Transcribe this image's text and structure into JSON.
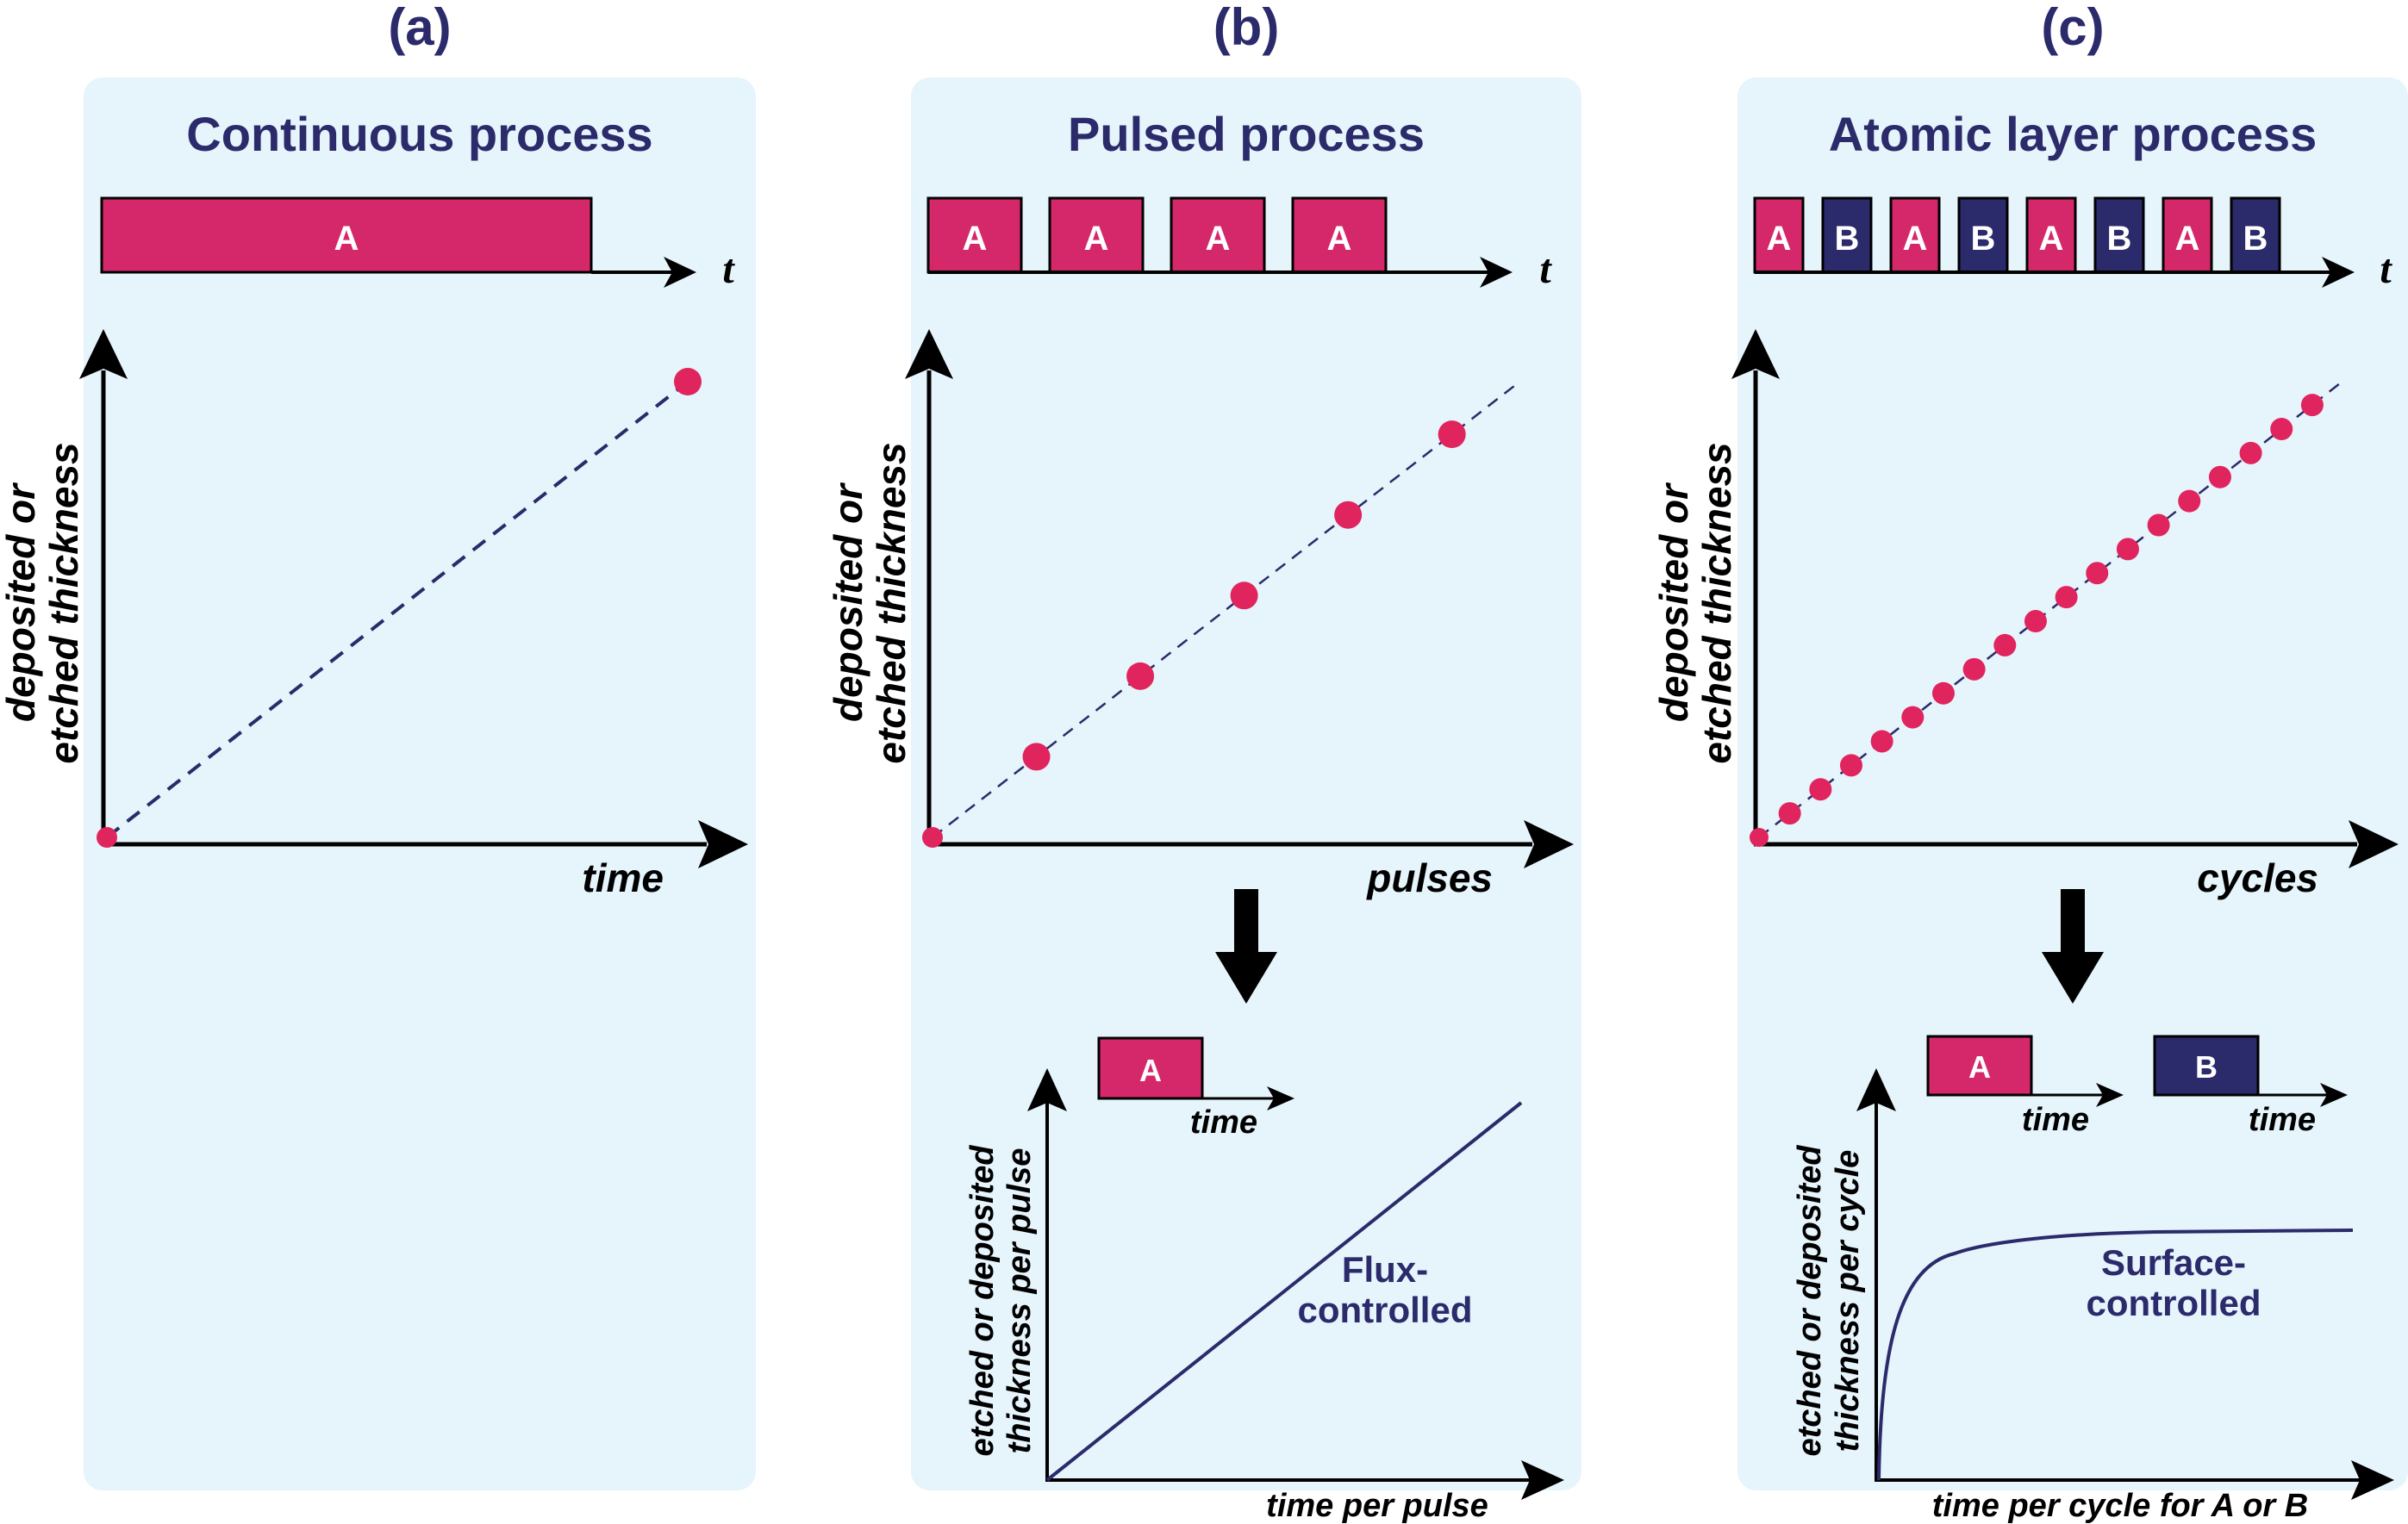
{
  "colors": {
    "panel_bg": "#e6f4fb",
    "pulse_a": "#d4286a",
    "pulse_b": "#2b2a6b",
    "point": "#e0245e",
    "line": "#2b2a6b",
    "heading": "#2b2a6b"
  },
  "panels": [
    {
      "label": "(a)",
      "title": "Continuous process",
      "pulse_axis_label": "t",
      "pulse_sequence": [
        "A"
      ],
      "y_label_line1": "deposited or",
      "y_label_line2": "etched thickness",
      "x_label": "time"
    },
    {
      "label": "(b)",
      "title": "Pulsed process",
      "pulse_axis_label": "t",
      "pulse_sequence": [
        "A",
        "A",
        "A",
        "A"
      ],
      "y_label_line1": "deposited or",
      "y_label_line2": "etched thickness",
      "x_label": "pulses",
      "sub_pulse": "A",
      "sub_pulse_axis": "time",
      "sub_y_label_line1": "etched or deposited",
      "sub_y_label_line2": "thickness per pulse",
      "sub_x_label": "time per pulse",
      "sub_annotation_line1": "Flux-",
      "sub_annotation_line2": "controlled"
    },
    {
      "label": "(c)",
      "title": "Atomic layer process",
      "pulse_axis_label": "t",
      "pulse_sequence": [
        "A",
        "B",
        "A",
        "B",
        "A",
        "B",
        "A",
        "B"
      ],
      "y_label_line1": "deposited or",
      "y_label_line2": "etched thickness",
      "x_label": "cycles",
      "sub_pulse_a": "A",
      "sub_pulse_b": "B",
      "sub_pulse_axis_a": "time",
      "sub_pulse_axis_b": "time",
      "sub_y_label_line1": "etched or deposited",
      "sub_y_label_line2": "thickness per cycle",
      "sub_x_label": "time per cycle for A or B",
      "sub_annotation_line1": "Surface-",
      "sub_annotation_line2": "controlled"
    }
  ],
  "chart_data": [
    {
      "type": "line",
      "panel": "a",
      "description_points": 2,
      "x": [
        0,
        1
      ],
      "y": [
        0,
        1
      ]
    },
    {
      "type": "scatter",
      "panel": "b",
      "x": [
        0,
        1,
        2,
        3,
        4,
        5
      ],
      "y": [
        0,
        1,
        2,
        3,
        4,
        5
      ]
    },
    {
      "type": "scatter",
      "panel": "c",
      "x": [
        0,
        1,
        2,
        3,
        4,
        5,
        6,
        7,
        8,
        9,
        10,
        11,
        12,
        13,
        14,
        15,
        16,
        17,
        18
      ],
      "y": [
        0,
        1,
        2,
        3,
        4,
        5,
        6,
        7,
        8,
        9,
        10,
        11,
        12,
        13,
        14,
        15,
        16,
        17,
        18
      ]
    }
  ]
}
